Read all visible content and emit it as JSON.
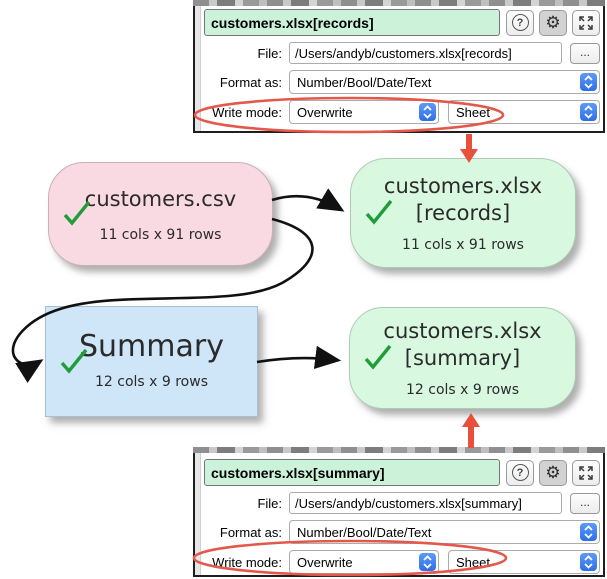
{
  "colors": {
    "node_pink": "#f9d9e2",
    "node_green": "#d8f8e0",
    "node_blue": "#cfe5f8",
    "panel_title_bg": "#ccf3d9",
    "annotation_red": "#e8503c",
    "check_green": "#1f9d38",
    "stepper_blue": "#3c82f7",
    "connector_black": "#111111"
  },
  "top_panel": {
    "title": "customers.xlsx[records]",
    "buttons": {
      "help_glyph": "?",
      "gear_glyph": "⚙"
    },
    "file": {
      "label": "File:",
      "value": "/Users/andyb/customers.xlsx[records]",
      "browse_glyph": "..."
    },
    "format": {
      "label": "Format as:",
      "value": "Number/Bool/Date/Text"
    },
    "write": {
      "label": "Write mode:",
      "mode_value": "Overwrite",
      "target_value": "Sheet"
    }
  },
  "bottom_panel": {
    "title": "customers.xlsx[summary]",
    "buttons": {
      "help_glyph": "?",
      "gear_glyph": "⚙"
    },
    "file": {
      "label": "File:",
      "value": "/Users/andyb/customers.xlsx[summary]",
      "browse_glyph": "..."
    },
    "format": {
      "label": "Format as:",
      "value": "Number/Bool/Date/Text"
    },
    "write": {
      "label": "Write mode:",
      "mode_value": "Overwrite",
      "target_value": "Sheet"
    }
  },
  "nodes": {
    "csv": {
      "title": "customers.csv",
      "stats": "11 cols x 91 rows"
    },
    "records": {
      "title_line1": "customers.xlsx",
      "title_line2": "[records]",
      "stats": "11 cols x 91 rows"
    },
    "summary": {
      "title": "Summary",
      "stats": "12 cols x 9 rows"
    },
    "summary_out": {
      "title_line1": "customers.xlsx",
      "title_line2": "[summary]",
      "stats": "12 cols x 9 rows"
    }
  }
}
